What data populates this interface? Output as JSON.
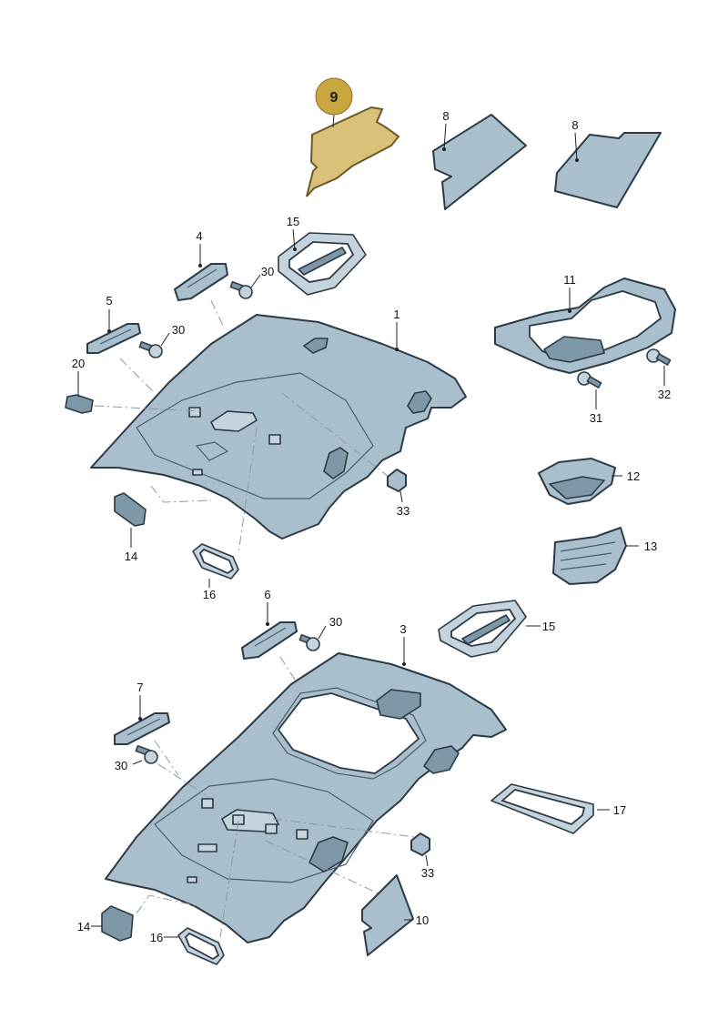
{
  "colors": {
    "part_fill": "#a9bfcc",
    "outline": "#2b3a44",
    "highlight_fill": "#d9c17a",
    "badge_fill": "#c9a640"
  },
  "highlighted_part": "9",
  "labels": {
    "p1": "1",
    "p3": "3",
    "p4": "4",
    "p5": "5",
    "p6": "6",
    "p7": "7",
    "p8a": "8",
    "p8b": "8",
    "p9": "9",
    "p10": "10",
    "p11": "11",
    "p12": "12",
    "p13": "13",
    "p14a": "14",
    "p14b": "14",
    "p15a": "15",
    "p15b": "15",
    "p16a": "16",
    "p16b": "16",
    "p17": "17",
    "p20": "20",
    "p30a": "30",
    "p30b": "30",
    "p30c": "30",
    "p30d": "30",
    "p31": "31",
    "p32": "32",
    "p33a": "33",
    "p33b": "33"
  }
}
